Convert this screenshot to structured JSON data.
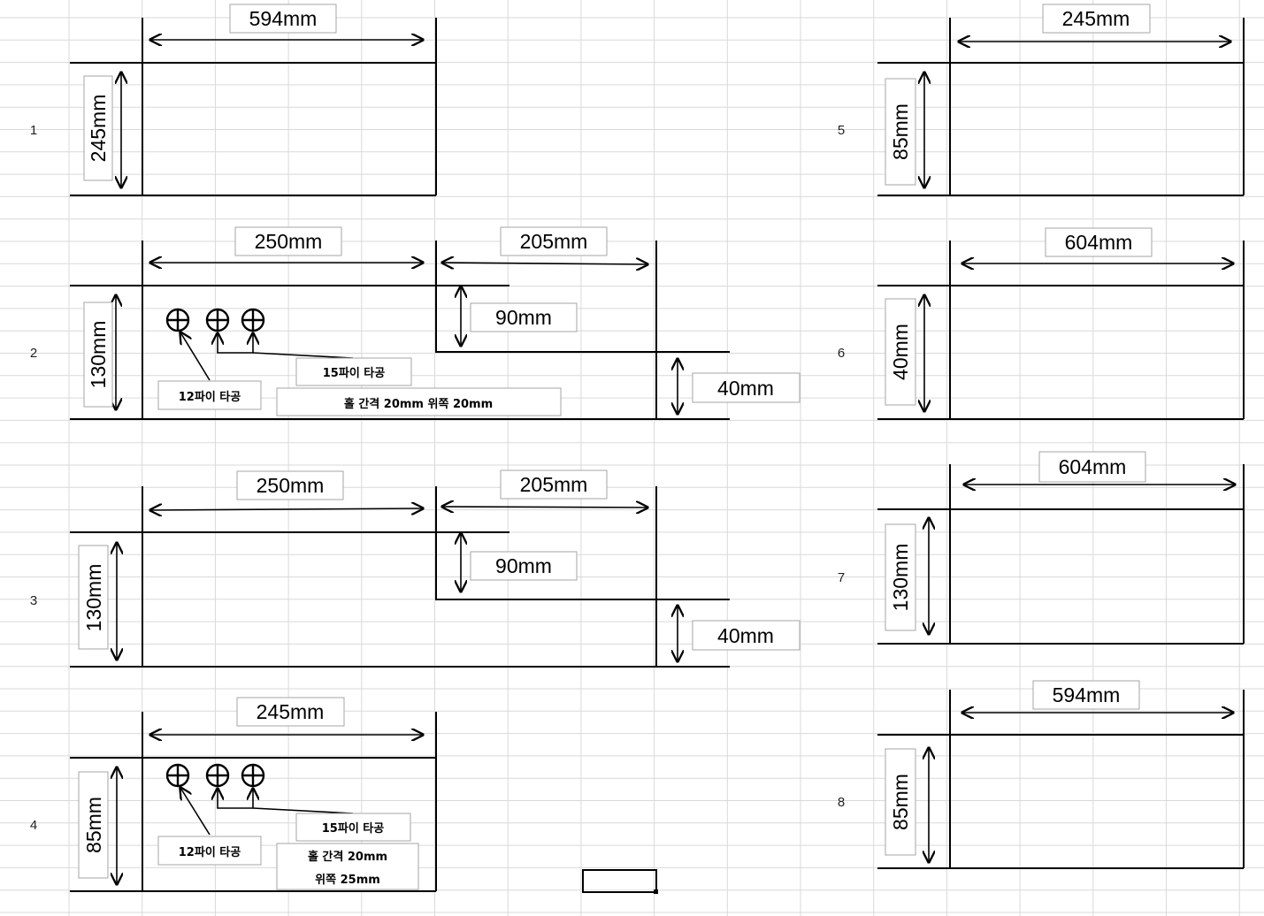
{
  "rows": [
    "1",
    "2",
    "3",
    "4",
    "5",
    "6",
    "7",
    "8"
  ],
  "parts": {
    "p1": {
      "width": "594mm",
      "height": "245mm"
    },
    "p2": {
      "width": "250mm",
      "width2": "205mm",
      "height": "130mm",
      "step1": "90mm",
      "step2": "40mm",
      "note_hole12": "12파이 타공",
      "note_hole15": "15파이 타공",
      "note_spacing": "홀 간격 20mm 위쪽 20mm"
    },
    "p3": {
      "width": "250mm",
      "width2": "205mm",
      "height": "130mm",
      "step1": "90mm",
      "step2": "40mm"
    },
    "p4": {
      "width": "245mm",
      "height": "85mm",
      "note_hole12": "12파이 타공",
      "note_hole15": "15파이 타공",
      "note_spacing_line1": "홀 간격 20mm",
      "note_spacing_line2": "위쪽 25mm"
    },
    "p5": {
      "width": "245mm",
      "height": "85mm"
    },
    "p6": {
      "width": "604mm",
      "height": "40mm"
    },
    "p7": {
      "width": "604mm",
      "height": "130mm"
    },
    "p8": {
      "width": "594mm",
      "height": "85mm"
    }
  }
}
